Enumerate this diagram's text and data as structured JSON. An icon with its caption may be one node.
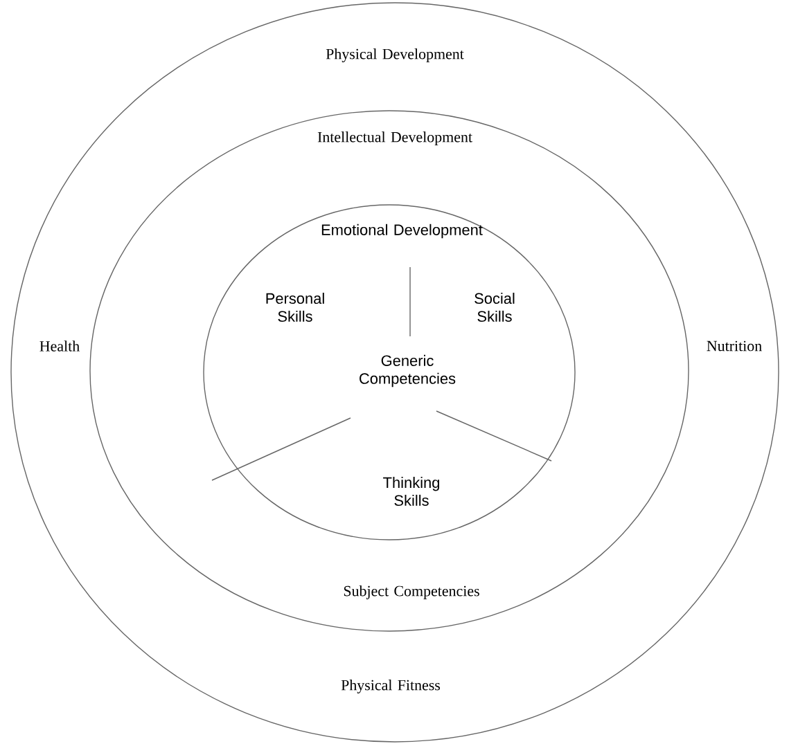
{
  "diagram": {
    "nodes": [
      {
        "text": [
          "Physical Development",
          "Health",
          "Nutrition",
          "Physical Fitness"
        ]
      },
      {
        "text": [
          "Intellectual Development",
          "Subject Competencies"
        ],
        "in": 0
      },
      {
        "text": [
          "Emotional Development",
          "Personal Skills",
          "Social Skills",
          "Generic Competencies",
          "Thinking Skills"
        ],
        "in": 1
      }
    ]
  }
}
